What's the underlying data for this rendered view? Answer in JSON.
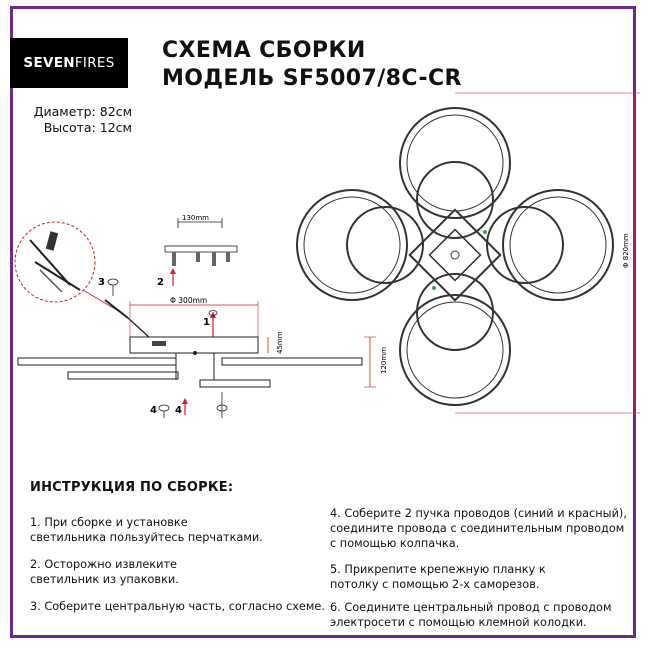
{
  "logo": {
    "part1": "SEVEN",
    "part2": "FIRES"
  },
  "title": {
    "line1": "СХЕМА СБОРКИ",
    "line2": "МОДЕЛЬ SF5007/8C-CR"
  },
  "dimensions": {
    "diameter": "Диаметр: 82см",
    "height": "Высота: 12см"
  },
  "drawing": {
    "bracket_width": "130mm",
    "canopy_diameter": "Φ 300mm",
    "canopy_height": "45mm",
    "total_height": "120mm",
    "total_diameter": "Φ 820mm",
    "step_markers": [
      "1",
      "2",
      "3",
      "4",
      "4"
    ]
  },
  "instructions": {
    "heading": "ИНСТРУКЦИЯ ПО СБОРКЕ:",
    "steps": [
      {
        "line1": "1. При сборке и установке",
        "line2": "светильника пользуйтесь перчатками."
      },
      {
        "line1": "2. Осторожно извлеките",
        "line2": "светильник из упаковки."
      },
      {
        "line1": "3. Соберите центральную часть, согласно схеме.",
        "line2": ""
      },
      {
        "line1": "4. Соберите 2 пучка проводов (синий и красный),",
        "line2": "соедините провода с соединительным проводом",
        "line3": "с помощью колпачка."
      },
      {
        "line1": "5. Прикрепите крепежную планку к",
        "line2": "потолку с помощью 2-х саморезов."
      },
      {
        "line1": "6. Соедините центральный провод с проводом",
        "line2": "электросети с помощью клемной колодки."
      }
    ]
  },
  "colors": {
    "frame": "#6c2a8c",
    "dimension_line": "#d11f2a",
    "arrow": "#d11f2a"
  }
}
